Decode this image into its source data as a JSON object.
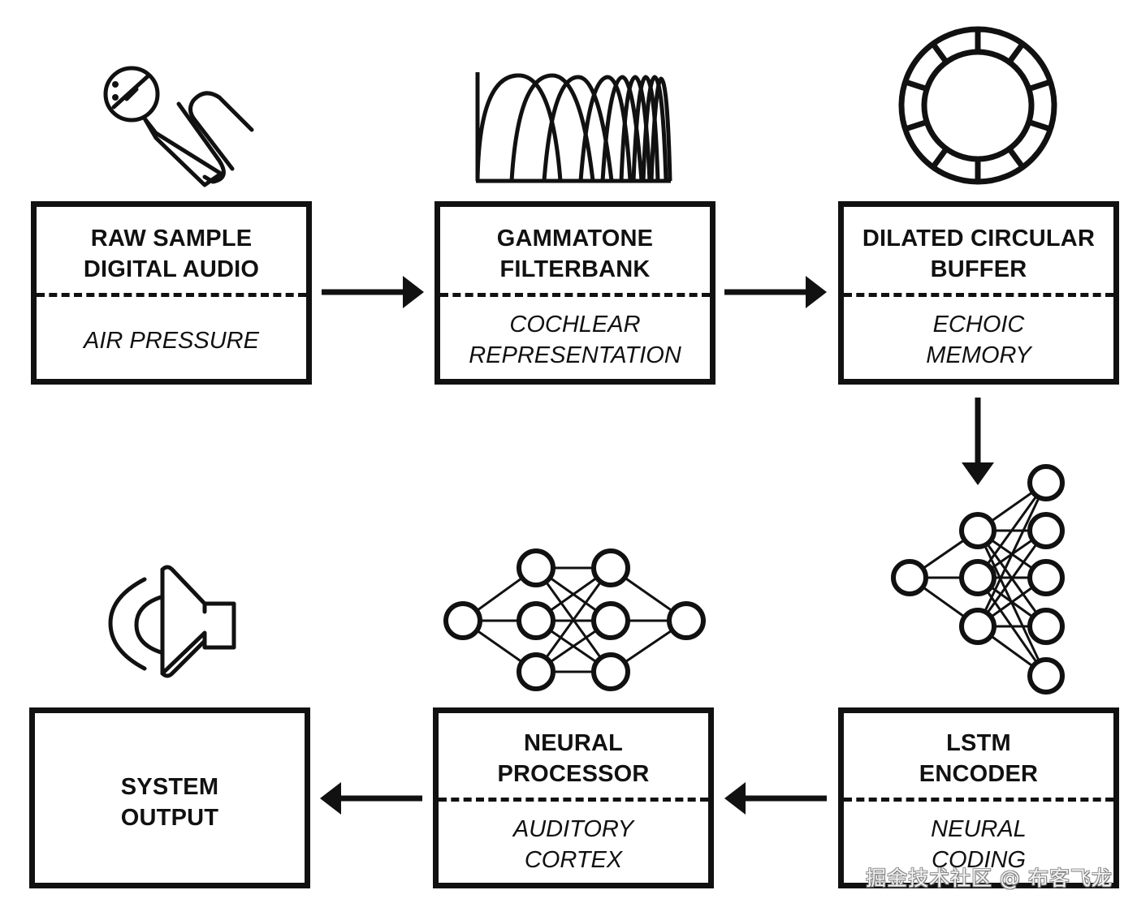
{
  "diagram": {
    "nodes": [
      {
        "id": "raw-audio",
        "title": "RAW SAMPLE\nDIGITAL AUDIO",
        "subtitle": "AIR PRESSURE",
        "icon": "microphone-icon"
      },
      {
        "id": "gammatone",
        "title": "GAMMATONE\nFILTERBANK",
        "subtitle": "COCHLEAR\nREPRESENTATION",
        "icon": "filterbank-icon"
      },
      {
        "id": "circular-buffer",
        "title": "DILATED CIRCULAR\nBUFFER",
        "subtitle": "ECHOIC\nMEMORY",
        "icon": "ring-buffer-icon"
      },
      {
        "id": "lstm",
        "title": "LSTM\nENCODER",
        "subtitle": "NEURAL\nCODING",
        "icon": "encoder-network-icon"
      },
      {
        "id": "neural-processor",
        "title": "NEURAL\nPROCESSOR",
        "subtitle": "AUDITORY\nCORTEX",
        "icon": "neural-network-icon"
      },
      {
        "id": "system-output",
        "title": "SYSTEM\nOUTPUT",
        "subtitle": "",
        "icon": "speaker-icon"
      }
    ],
    "edges": [
      {
        "from": "raw-audio",
        "to": "gammatone",
        "direction": "right"
      },
      {
        "from": "gammatone",
        "to": "circular-buffer",
        "direction": "right"
      },
      {
        "from": "circular-buffer",
        "to": "lstm",
        "direction": "down"
      },
      {
        "from": "lstm",
        "to": "neural-processor",
        "direction": "left"
      },
      {
        "from": "neural-processor",
        "to": "system-output",
        "direction": "left"
      }
    ]
  },
  "watermark": "掘金技术社区 @ 布客飞龙",
  "colors": {
    "stroke": "#111111",
    "background": "#ffffff"
  }
}
